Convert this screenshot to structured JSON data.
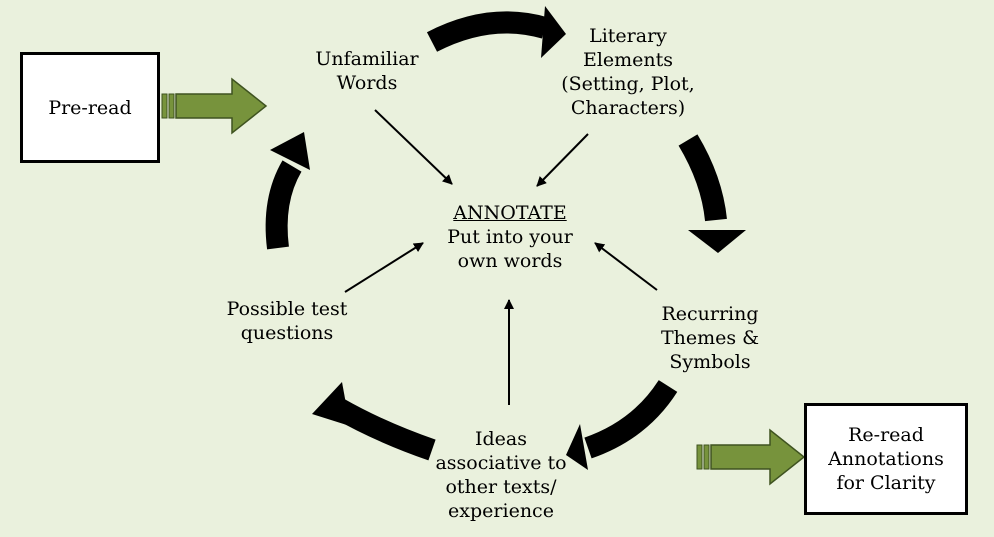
{
  "colors": {
    "background": "#eaf1dd",
    "arrow_green": "#77933c",
    "cycle_arrow": "#000000"
  },
  "boxes": {
    "pre_read": "Pre-read",
    "re_read": [
      "Re-read",
      "Annotations",
      "for Clarity"
    ]
  },
  "center": {
    "heading": "ANNOTATE",
    "lines": [
      "Put into your",
      "own words"
    ]
  },
  "nodes": {
    "unfamiliar_words": [
      "Unfamiliar",
      "Words"
    ],
    "literary_elements": [
      "Literary",
      "Elements",
      "(Setting, Plot,",
      "Characters)"
    ],
    "recurring_themes": [
      "Recurring",
      "Themes &",
      "Symbols"
    ],
    "ideas_associative": [
      "Ideas",
      "associative to",
      "other texts/",
      "experience"
    ],
    "possible_questions": [
      "Possible test",
      "questions"
    ]
  }
}
